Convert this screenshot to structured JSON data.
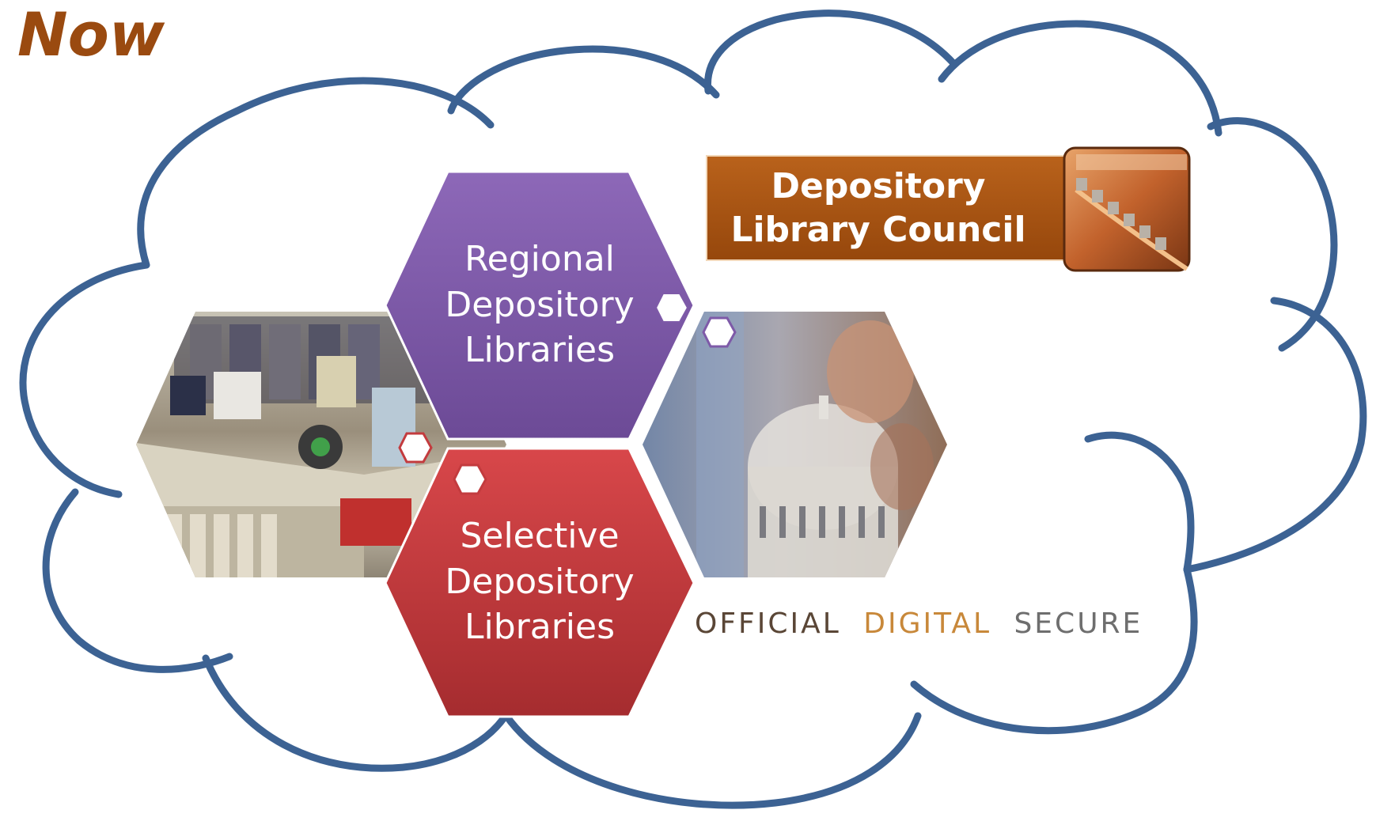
{
  "title": "Now",
  "regional": {
    "line1": "Regional",
    "line2": "Depository",
    "line3": "Libraries"
  },
  "selective": {
    "line1": "Selective",
    "line2": "Depository",
    "line3": "Libraries"
  },
  "council": {
    "line1": "Depository",
    "line2": "Library Council"
  },
  "tagline": {
    "word1": "OFFICIAL",
    "word2": "DIGITAL",
    "word3": "SECURE"
  },
  "colors": {
    "title": "#9a4a10",
    "cloud_stroke": "#3c6293",
    "regional_fill": "#7e5aa8",
    "selective_fill": "#c33b3e",
    "council_fill": "#a8530f",
    "tag_dark": "#5a4636",
    "tag_gold": "#c8883a",
    "tag_gray": "#6e6e6e"
  }
}
